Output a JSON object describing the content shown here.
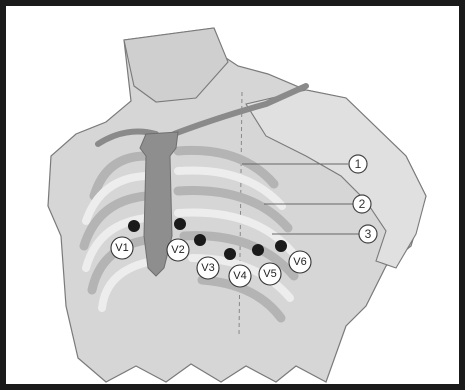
{
  "electrodes": [
    {
      "label": "V1"
    },
    {
      "label": "V2"
    },
    {
      "label": "V3"
    },
    {
      "label": "V4"
    },
    {
      "label": "V5"
    },
    {
      "label": "V6"
    }
  ],
  "callouts": [
    {
      "label": "1"
    },
    {
      "label": "2"
    },
    {
      "label": "3"
    }
  ],
  "colors": {
    "skin": "#d4d4d4",
    "skin_outline": "#7a7a7a",
    "bone": "#8e8e8e",
    "rib": "#b4b4b4",
    "rib_light": "#ededed",
    "electrode": "#1a1a1a",
    "frame": "#1a1a1a"
  }
}
